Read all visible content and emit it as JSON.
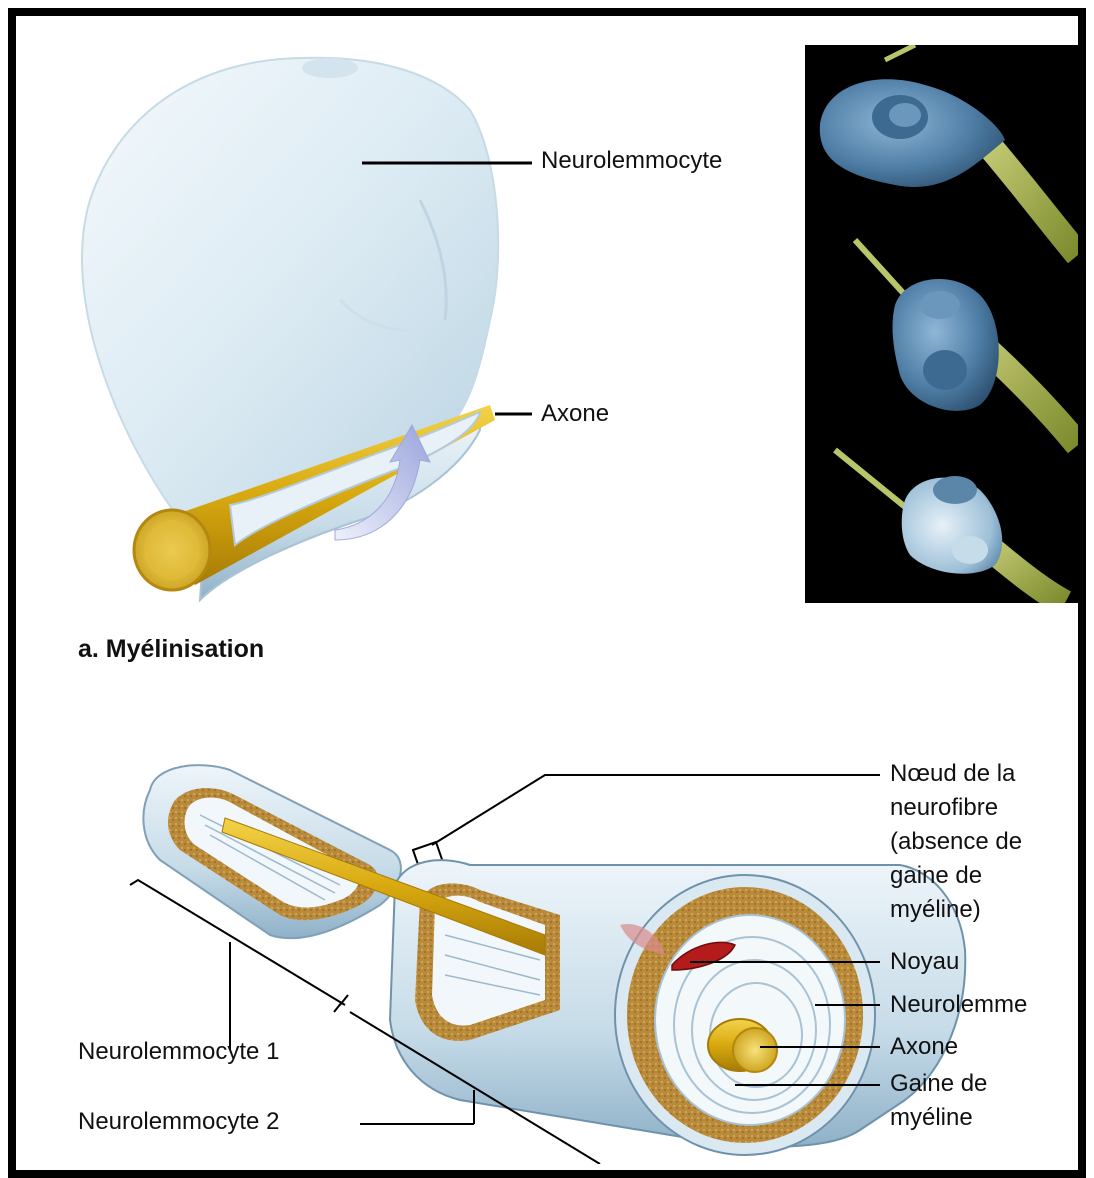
{
  "figure": {
    "part_a": {
      "title": "a. Myélinisation",
      "labels": {
        "neurolemmocyte": "Neurolemmocyte",
        "axone": "Axone"
      }
    },
    "part_b": {
      "labels": {
        "noeud_line1": "Nœud de la",
        "noeud_line2": "neurofibre",
        "noeud_line3": "(absence de",
        "noeud_line4": "gaine de",
        "noeud_line5": "myéline)",
        "noyau": "Noyau",
        "neurolemme": "Neurolemme",
        "axone": "Axone",
        "gaine_line1": "Gaine de",
        "gaine_line2": "myéline",
        "neurolemmocyte_1": "Neurolemmocyte 1",
        "neurolemmocyte_2": "Neurolemmocyte 2"
      }
    }
  }
}
